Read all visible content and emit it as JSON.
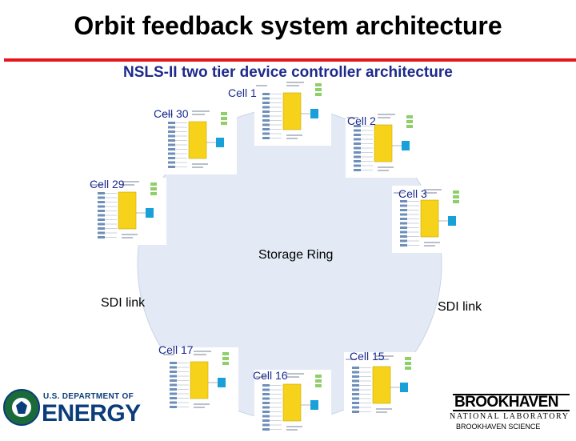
{
  "header": {
    "title": "Orbit feedback system architecture",
    "subtitle": "NSLS-II two tier device controller architecture"
  },
  "diagram": {
    "ring_label": "Storage Ring",
    "link_left": "SDI link",
    "link_right": "SDI link",
    "cells": [
      {
        "id": "cell1",
        "label": "Cell 1"
      },
      {
        "id": "cell2",
        "label": "Cell 2"
      },
      {
        "id": "cell3",
        "label": "Cell 3"
      },
      {
        "id": "cell15",
        "label": "Cell 15"
      },
      {
        "id": "cell16",
        "label": "Cell 16"
      },
      {
        "id": "cell17",
        "label": "Cell 17"
      },
      {
        "id": "cell29",
        "label": "Cell 29"
      },
      {
        "id": "cell30",
        "label": "Cell 30"
      }
    ],
    "colors": {
      "ring_fill": "#e3eaf6",
      "controller": "#f6d21a",
      "link_box": "#19a0d8",
      "status_box": "#8fcf6a",
      "label_text": "#1a2a8f",
      "rule": "#e8141b"
    }
  },
  "footer": {
    "doe_line1": "U.S. DEPARTMENT OF",
    "doe_line2": "ENERGY",
    "bnl_name": "BROOKHAVEN",
    "bnl_lab": "NATIONAL LABORATORY",
    "bnl_sci": "BROOKHAVEN SCIENCE"
  }
}
